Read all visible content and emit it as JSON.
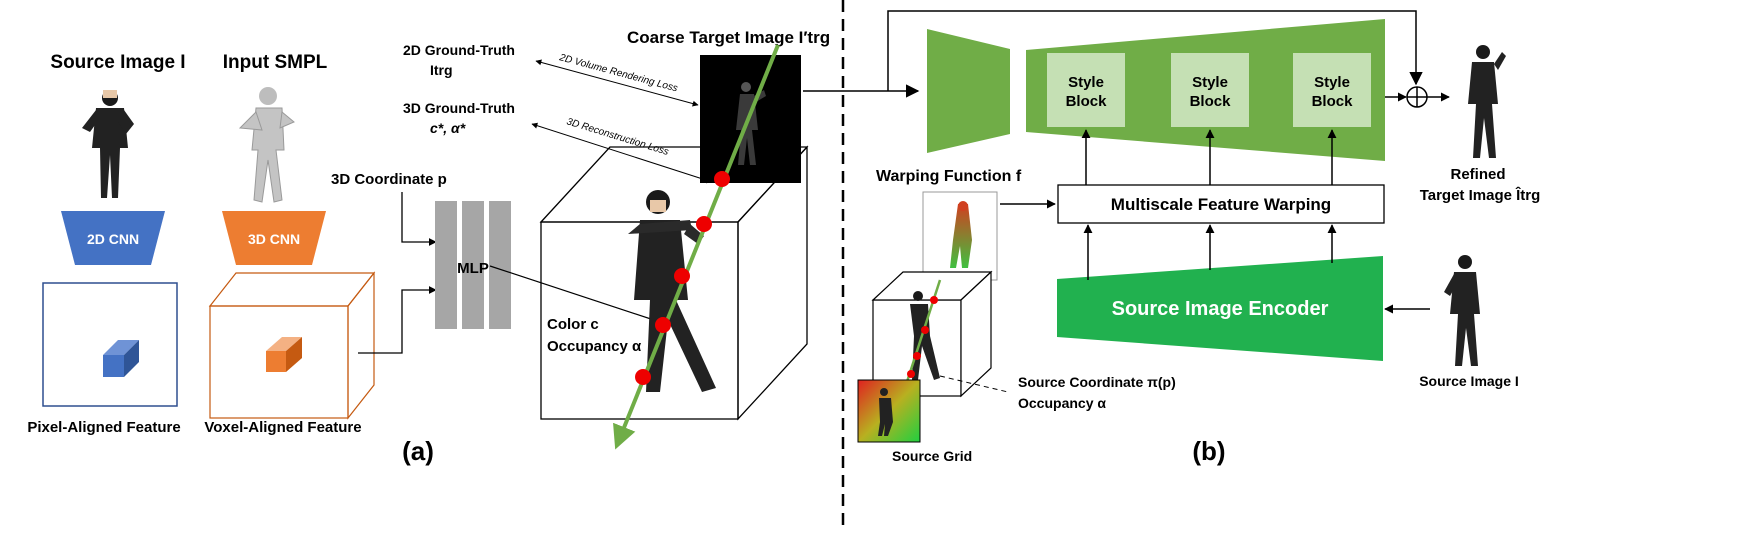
{
  "panel_a": {
    "source_image_title": "Source Image I",
    "input_smpl_title": "Input SMPL",
    "cnn_2d": "2D CNN",
    "cnn_3d": "3D CNN",
    "pixel_feature": "Pixel-Aligned Feature",
    "voxel_feature": "Voxel-Aligned Feature",
    "coord_label": "3D Coordinate p",
    "mlp": "MLP",
    "color_label": "Color c",
    "occupancy_label": "Occupancy α",
    "gt2d_line1": "2D Ground-Truth",
    "gt2d_line2": "Itrg",
    "gt3d_line1": "3D Ground-Truth",
    "gt3d_line2": "c*, α*",
    "loss_render": "2D Volume Rendering Loss",
    "loss_recon": "3D Reconstruction Loss",
    "coarse_title": "Coarse Target Image I′trg",
    "panel_label": "(a)"
  },
  "panel_b": {
    "style_block_line1": "Style",
    "style_block_line2": "Block",
    "warping_function": "Warping Function f",
    "multiscale": "Multiscale Feature Warping",
    "encoder": "Source Image Encoder",
    "refined_line1": "Refined",
    "refined_line2": "Target Image Îtrg",
    "source_image": "Source Image I",
    "source_coord": "Source Coordinate π(p)",
    "occupancy": "Occupancy α",
    "source_grid": "Source Grid",
    "panel_label": "(b)"
  },
  "colors": {
    "cnn2d": "#4472c4",
    "cnn3d": "#ed7d31",
    "green": "#70ad47",
    "encoder_green": "#21b14f",
    "style_block": "#c5e0b4",
    "mlp_gray": "#a6a6a6",
    "point_red": "#ee0000",
    "ray_green": "#70ad47"
  }
}
